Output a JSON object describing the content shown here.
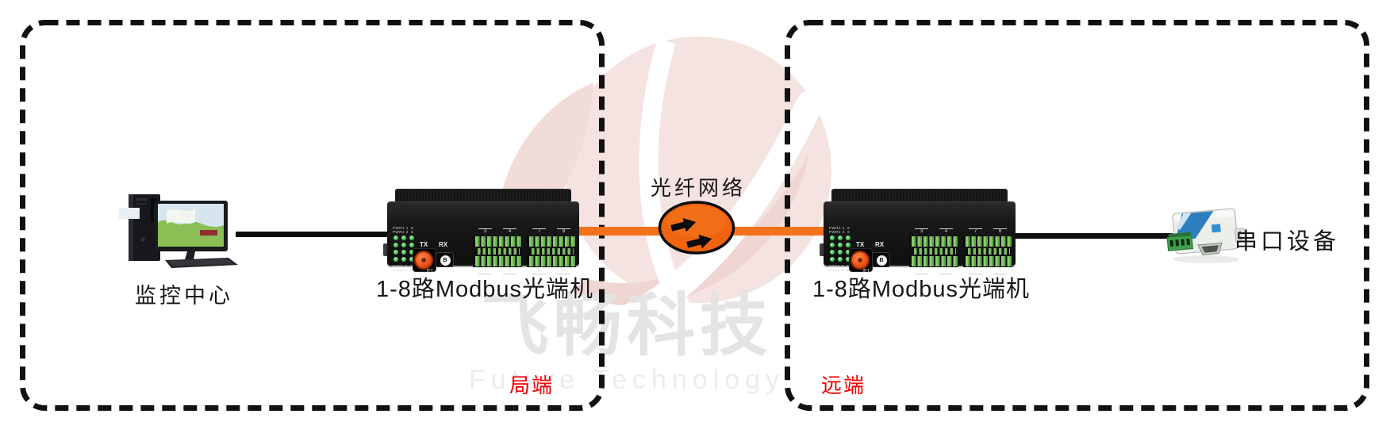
{
  "watermark": {
    "brand_cn": "飞畅科技",
    "brand_en": "Future Technology"
  },
  "zones": {
    "local": {
      "label": "局端"
    },
    "remote": {
      "label": "远端"
    }
  },
  "nodes": {
    "monitoring_center": {
      "label": "监控中心"
    },
    "local_converter": {
      "label": "1-8路Modbus光端机"
    },
    "fiber_network": {
      "label": "光纤网络"
    },
    "remote_converter": {
      "label": "1-8路Modbus光端机"
    },
    "serial_device": {
      "label": "串口设备"
    }
  },
  "device_panel": {
    "led_top_labels": [
      "PWR1 1  5",
      "PWR2 2  6"
    ],
    "led_bottom_labels": [
      "SYN1 3  7",
      "SYN2 4  8"
    ],
    "tx_label": "TX",
    "rx_label": "RX",
    "f1_label": "F1",
    "rx_port_mark": "B",
    "terminal_numbers_top_left": [
      "3",
      "4"
    ],
    "terminal_numbers_top_right": [
      "7",
      "8"
    ],
    "terminal_numbers_bottom_left": [
      "1",
      "2"
    ],
    "terminal_numbers_bottom_right": [
      "5",
      "6"
    ]
  },
  "colors": {
    "fiber_orange": "#F4721B",
    "cloud_orange": "#F0640F",
    "zone_label_red": "#F40000",
    "led_green": "#36B148",
    "terminal_green": "#8CCB6F",
    "watermark_pink": "#F5E3E1",
    "watermark_gray": "#E4E4E4"
  }
}
